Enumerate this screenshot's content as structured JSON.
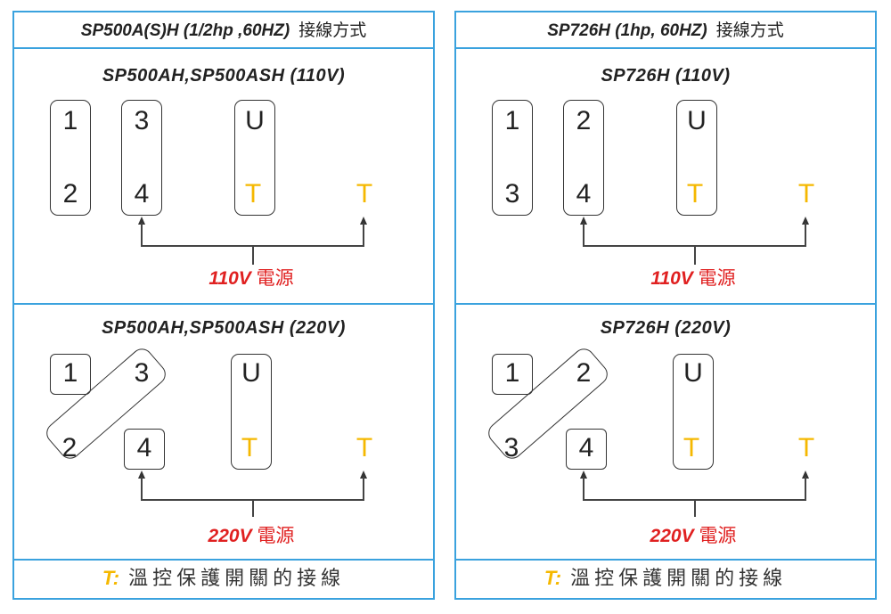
{
  "panels": [
    {
      "title": "SP500A(S)H (1/2hp ,60HZ)",
      "title_cn": "接線方式",
      "upper": {
        "subtitle": "SP500AH,SP500ASH (110V)",
        "box1": [
          "1",
          "2"
        ],
        "box2": [
          "3",
          "4"
        ],
        "u": "U",
        "t": "T",
        "t2": "T",
        "voltage": "110V",
        "power": "電源"
      },
      "lower": {
        "subtitle": "SP500AH,SP500ASH (220V)",
        "n1": "1",
        "n2": "3",
        "n3": "2",
        "n4": "4",
        "u": "U",
        "t": "T",
        "t2": "T",
        "voltage": "220V",
        "power": "電源"
      },
      "footer": {
        "t": "T:",
        "text": "溫控保護開關的接線"
      }
    },
    {
      "title": "SP726H (1hp, 60HZ)",
      "title_cn": "接線方式",
      "upper": {
        "subtitle": "SP726H (110V)",
        "box1": [
          "1",
          "3"
        ],
        "box2": [
          "2",
          "4"
        ],
        "u": "U",
        "t": "T",
        "t2": "T",
        "voltage": "110V",
        "power": "電源"
      },
      "lower": {
        "subtitle": "SP726H (220V)",
        "n1": "1",
        "n2": "2",
        "n3": "3",
        "n4": "4",
        "u": "U",
        "t": "T",
        "t2": "T",
        "voltage": "220V",
        "power": "電源"
      },
      "footer": {
        "t": "T:",
        "text": "溫控保護開關的接線"
      }
    }
  ],
  "colors": {
    "border": "#3aa2de",
    "terminal_t": "#f5b800",
    "voltage": "#e02020"
  }
}
